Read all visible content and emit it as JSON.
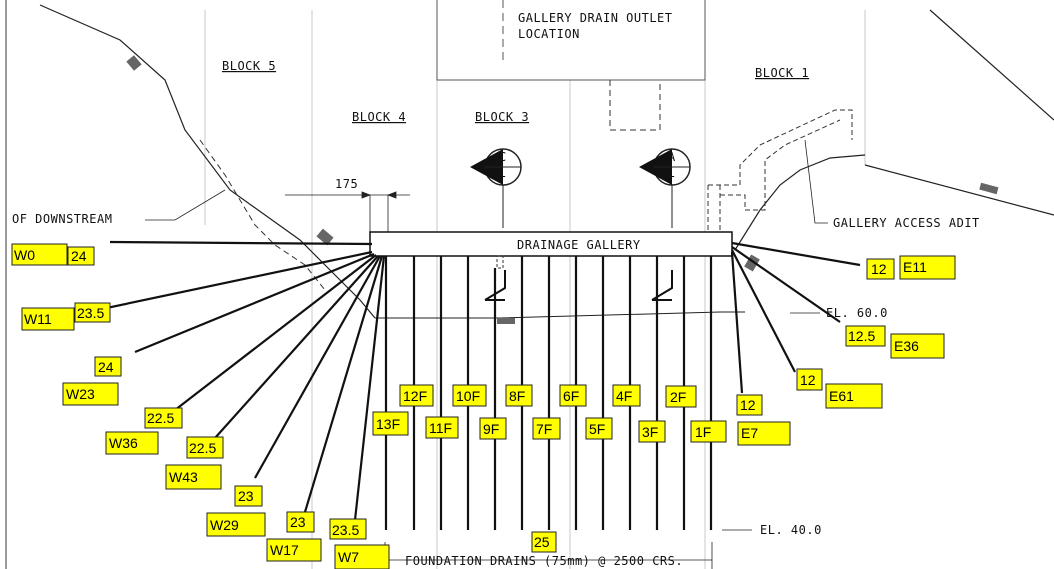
{
  "drawing": {
    "blocks": [
      "BLOCK 5",
      "BLOCK 4",
      "BLOCK 3",
      "BLOCK 1"
    ],
    "outlet_label_line1": "GALLERY DRAIN OUTLET",
    "outlet_label_line2": "LOCATION",
    "dimension_175": "175",
    "downstream_label": "OF DOWNSTREAM",
    "gallery_label": "DRAINAGE GALLERY",
    "access_adit_label": "GALLERY ACCESS ADIT",
    "el_60": "EL. 60.0",
    "el_40": "EL. 40.0",
    "foundation_drains_label": "FOUNDATION DRAINS (75mm) @ 2500 CRS.",
    "section_markers": [
      {
        "letter": "C",
        "sub": "-"
      },
      {
        "letter": "A",
        "sub": "-"
      }
    ]
  },
  "tags": {
    "W0": "W0",
    "W0_len": "24",
    "W11": "W11",
    "W11_len": "23.5",
    "W23": "W23",
    "W23_len": "24",
    "W36": "W36",
    "W36_len": "22.5",
    "W43": "W43",
    "W43_len": "22.5",
    "W29": "W29",
    "W29_len": "23",
    "W17": "W17",
    "W17_len": "23",
    "W7": "W7",
    "W7_len": "23.5",
    "center_len": "25",
    "E11": "E11",
    "E11_len": "12",
    "E36": "E36",
    "E36_len": "12.5",
    "E61": "E61",
    "E61_len": "12",
    "E7": "E7",
    "E7_len": "12",
    "drains": [
      "13F",
      "12F",
      "11F",
      "10F",
      "9F",
      "8F",
      "7F",
      "6F",
      "5F",
      "4F",
      "3F",
      "2F",
      "1F"
    ]
  }
}
